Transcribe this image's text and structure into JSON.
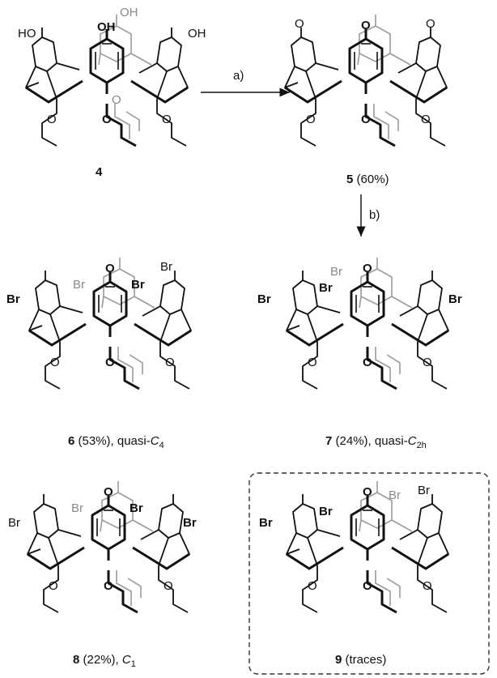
{
  "scheme": {
    "arrow_a_label": "a)",
    "arrow_b_label": "b)",
    "compounds": [
      {
        "id": "compound-4",
        "number": "4",
        "yield": "",
        "symmetry": "",
        "sub": "",
        "substituent": "HO",
        "sub_top": "OH",
        "sub_top_back": "OH",
        "bromines": []
      },
      {
        "id": "compound-5",
        "number": "5",
        "yield": " (60%)",
        "symmetry": "",
        "sub": "",
        "substituent": "O",
        "bromines": []
      },
      {
        "id": "compound-6",
        "number": "6",
        "yield": " (53%), quasi-",
        "symmetry": "C",
        "sub": "4",
        "bromines": [
          "Br",
          "Br",
          "Br",
          "Br"
        ]
      },
      {
        "id": "compound-7",
        "number": "7",
        "yield": " (24%), quasi-",
        "symmetry": "C",
        "sub": "2h",
        "bromines": [
          "Br",
          "Br",
          "Br",
          "Br"
        ]
      },
      {
        "id": "compound-8",
        "number": "8",
        "yield": " (22%), ",
        "symmetry": "C",
        "sub": "1",
        "bromines": [
          "Br",
          "Br",
          "Br",
          "Br"
        ]
      },
      {
        "id": "compound-9",
        "number": "9",
        "yield": " (traces)",
        "symmetry": "",
        "sub": "",
        "bromines": [
          "Br",
          "Br",
          "Br",
          "Br"
        ]
      }
    ],
    "atoms": {
      "oxygen": "O",
      "hydroxyl_left": "HO",
      "hydroxyl_right": "OH"
    }
  }
}
